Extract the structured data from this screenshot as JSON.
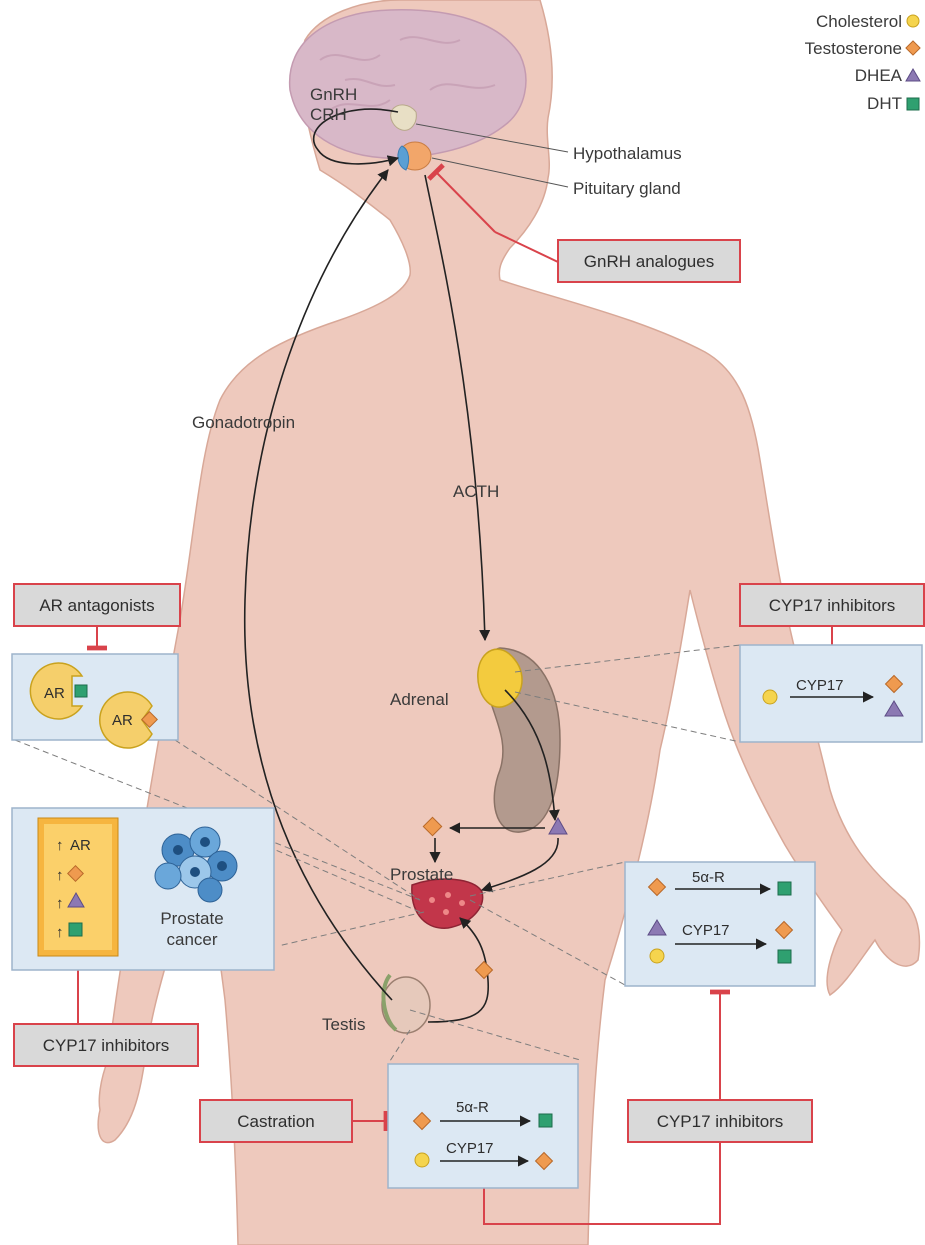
{
  "legend": {
    "cholesterol": "Cholesterol",
    "testosterone": "Testosterone",
    "dhea": "DHEA",
    "dht": "DHT"
  },
  "colors": {
    "skin": "#eec9bd",
    "skin_edge": "#d8a898",
    "brain": "#d8b8c8",
    "drug_border": "#d9434b",
    "drug_fill": "#d9d9d9",
    "panel_fill": "#dce8f3",
    "cholesterol": "#f5d44e",
    "testosterone": "#ef9a4f",
    "dhea": "#8c79b3",
    "dht": "#2fa070"
  },
  "head": {
    "hormones_line1": "GnRH",
    "hormones_line2": "CRH",
    "hypothalamus": "Hypothalamus",
    "pituitary": "Pituitary gland"
  },
  "signals": {
    "gonadotropin": "Gonadotropin",
    "acth": "ACTH"
  },
  "organs": {
    "adrenal": "Adrenal",
    "prostate": "Prostate",
    "testis": "Testis"
  },
  "drugs": {
    "gnrh_analogues": "GnRH analogues",
    "ar_antagonists": "AR antagonists",
    "cyp17_adrenal": "CYP17 inhibitors",
    "cyp17_left": "CYP17 inhibitors",
    "cyp17_bottom": "CYP17 inhibitors",
    "castration": "Castration"
  },
  "panels": {
    "ar_panel": {
      "ar1": "AR",
      "ar2": "AR"
    },
    "adrenal_panel": {
      "enzyme": "CYP17"
    },
    "prostate_panel": {
      "enzyme1": "5α-R",
      "enzyme2": "CYP17"
    },
    "testis_panel": {
      "enzyme1": "5α-R",
      "enzyme2": "CYP17"
    },
    "cancer_panel": {
      "up_ar_arrow": "↑",
      "up_ar": "AR",
      "up2": "↑",
      "up3": "↑",
      "up4": "↑",
      "label_line1": "Prostate",
      "label_line2": "cancer"
    }
  }
}
